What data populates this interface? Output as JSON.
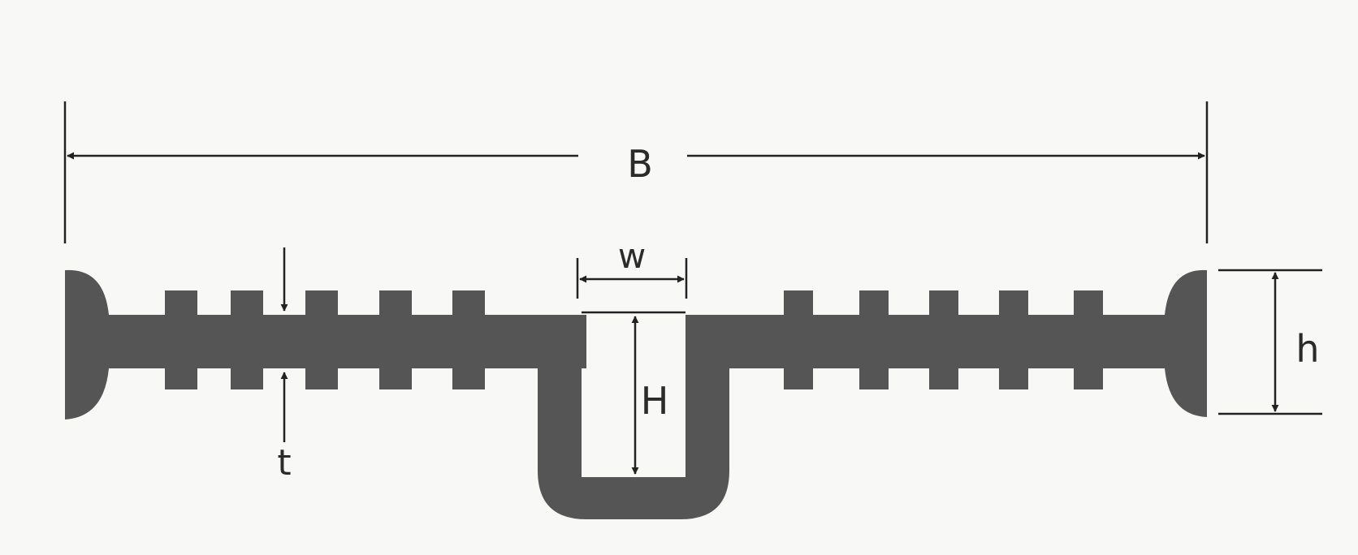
{
  "labels": {
    "overall_width": "B",
    "bulb_width": "w",
    "bulb_height": "H",
    "end_height": "h",
    "thickness": "t"
  },
  "colors": {
    "profile": "#555555",
    "line": "#222222",
    "background": "#f8f8f7"
  }
}
